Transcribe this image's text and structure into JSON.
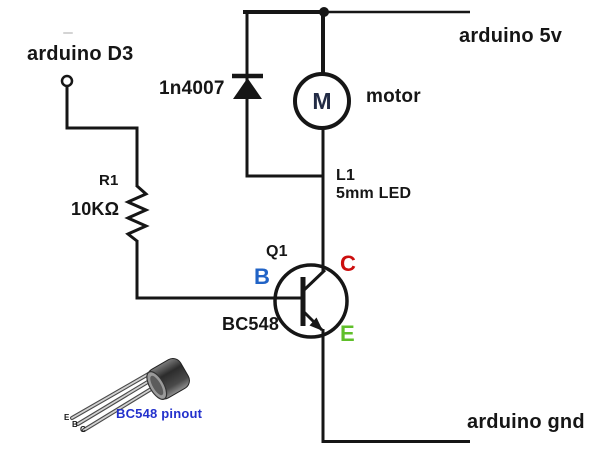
{
  "title": "arduino motor driver schematic",
  "labels": {
    "arduino_d3": "arduino D3",
    "arduino_5v": "arduino 5v",
    "arduino_gnd": "arduino gnd",
    "diode_part": "1n4007",
    "motor_name": "motor",
    "motor_letter": "M",
    "led_ref": "L1",
    "led_desc": "5mm LED",
    "resistor_ref": "R1",
    "resistor_value": "10KΩ",
    "transistor_ref": "Q1",
    "transistor_part": "BC548",
    "base_pin": "B",
    "collector_pin": "C",
    "emitter_pin": "E",
    "pinout_caption": "BC548 pinout",
    "pinout_pin_e": "E",
    "pinout_pin_b": "B",
    "pinout_pin_c": "C"
  },
  "colors": {
    "wire": "#161616",
    "base_label": "#2163c6",
    "collector_label": "#cc0e0e",
    "emitter_label": "#5fbf2a",
    "pinout_caption": "#2230cc",
    "motor_letter": "#222b45",
    "background": "#ffffff"
  }
}
